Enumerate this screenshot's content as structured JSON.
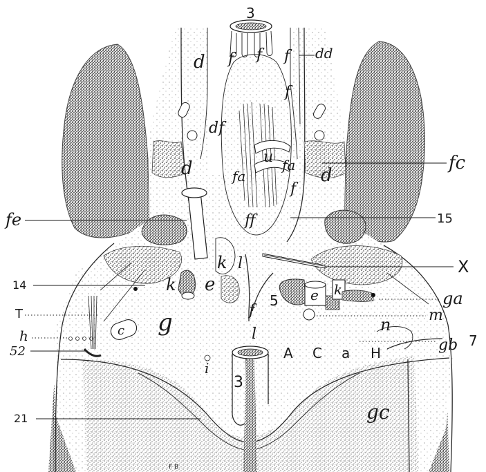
{
  "figure": {
    "leader_labels": [
      {
        "key": "fc",
        "text": "fc"
      },
      {
        "key": "fe",
        "text": "fe"
      },
      {
        "key": "n15",
        "text": "15"
      },
      {
        "key": "X",
        "text": "X"
      },
      {
        "key": "n14",
        "text": "14"
      },
      {
        "key": "ga",
        "text": "ga"
      },
      {
        "key": "T",
        "text": "T"
      },
      {
        "key": "m",
        "text": "m"
      },
      {
        "key": "h",
        "text": "h"
      },
      {
        "key": "n52",
        "text": "52"
      },
      {
        "key": "gb",
        "text": "gb"
      },
      {
        "key": "n7",
        "text": "7"
      },
      {
        "key": "n21",
        "text": "21"
      },
      {
        "key": "dd",
        "text": "dd"
      }
    ],
    "inline_labels": {
      "n3_top": "3",
      "d_left_top": "d",
      "f1": "f",
      "f2": "f",
      "f3": "f",
      "f4": "f",
      "df": "df",
      "d_left_mid": "d",
      "u": "u",
      "fa1": "fa",
      "fa2": "fa",
      "f5": "f",
      "d_right": "d",
      "ff": "ff",
      "k1": "k",
      "l1": "l",
      "k2": "k",
      "e1": "e",
      "g": "g",
      "c": "c",
      "n5": "5",
      "e2": "e",
      "k3": "k",
      "f6": "f",
      "l2": "l",
      "n_lbl": "n",
      "A": "A",
      "C": "C",
      "a": "a",
      "H": "H",
      "i": "i",
      "n3_bottom": "3",
      "gc": "gc",
      "FB": "F B"
    }
  }
}
